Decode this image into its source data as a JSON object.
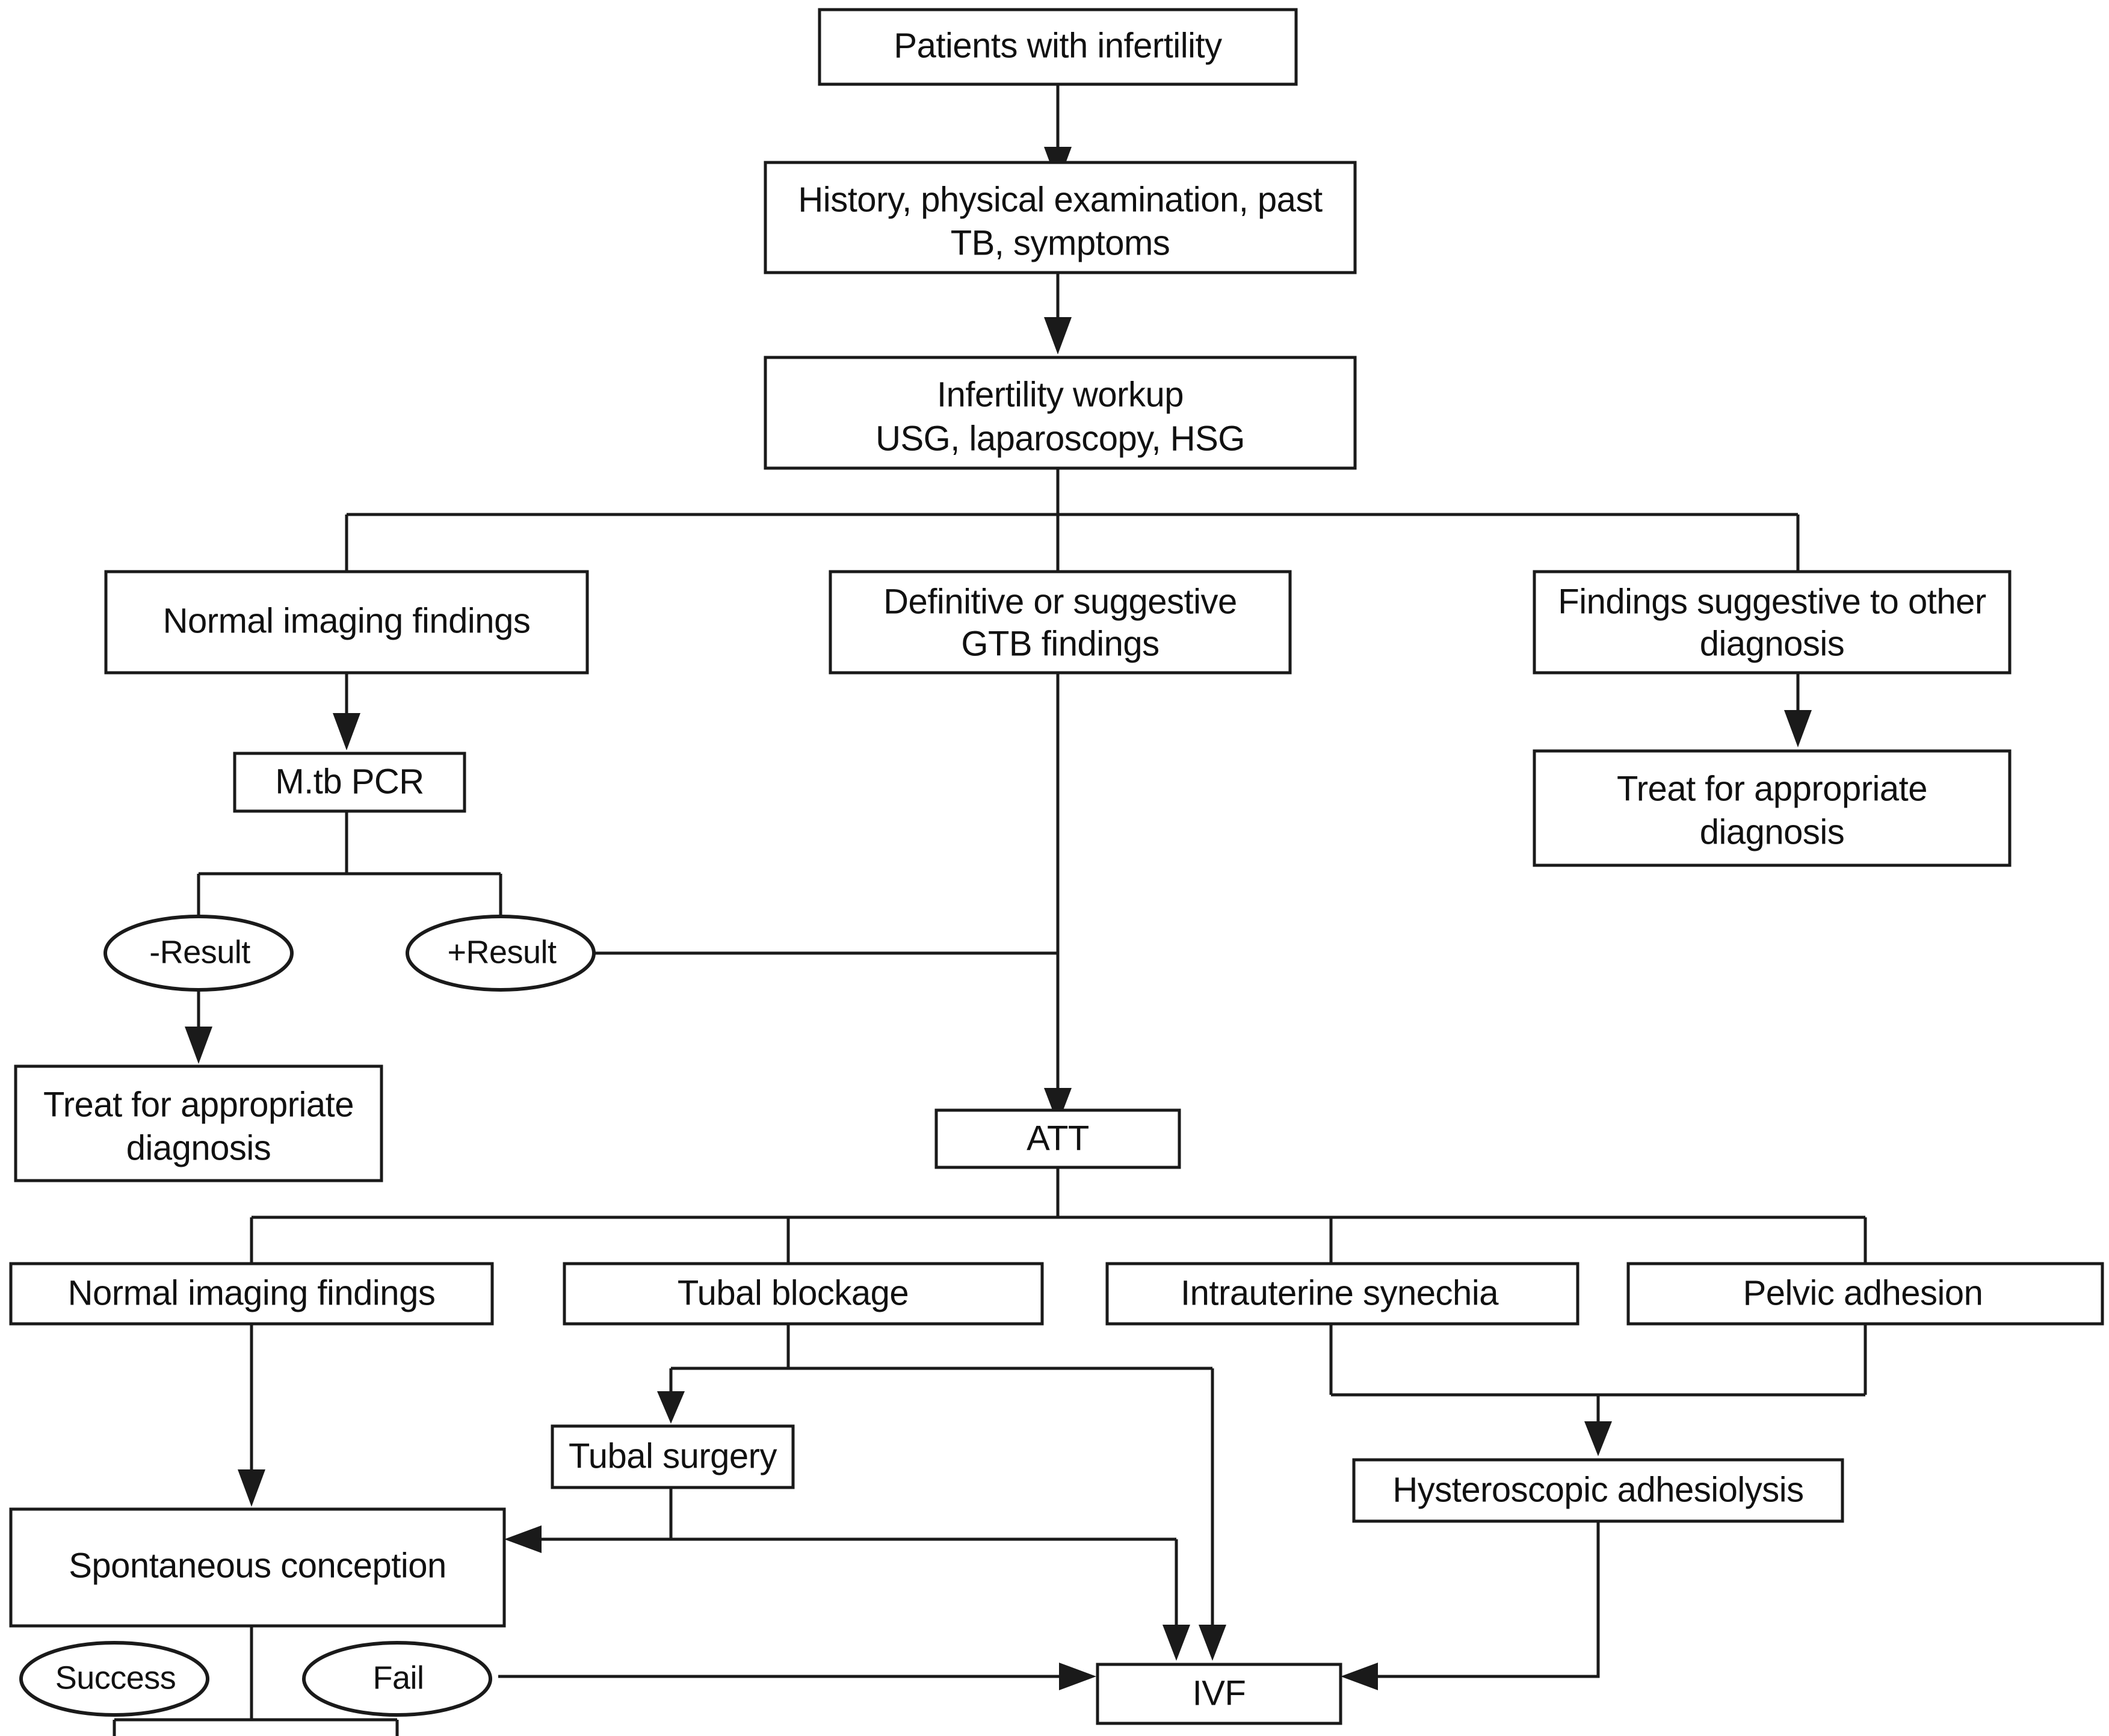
{
  "diagram": {
    "title": "Management algorithm for genital tuberculosis in infertility",
    "type": "flowchart",
    "colors": {
      "stroke": "#1a1a1a",
      "fill": "#ffffff",
      "text": "#111111"
    },
    "nodes": {
      "patients_with_infertility": {
        "label": "Patients with infertility",
        "shape": "rectangle"
      },
      "history_line1": {
        "label": "History, physical examination, past",
        "shape": "rectangle"
      },
      "history_line2": {
        "label": "TB, symptoms",
        "shape": "rectangle"
      },
      "workup_line1": {
        "label": "Infertility workup",
        "shape": "rectangle"
      },
      "workup_line2": {
        "label": "USG, laparoscopy, HSG",
        "shape": "rectangle"
      },
      "normal_imaging_findings_top": {
        "label": "Normal imaging findings",
        "shape": "rectangle"
      },
      "gtb_line1": {
        "label": "Definitive or suggestive",
        "shape": "rectangle"
      },
      "gtb_line2": {
        "label": "GTB findings",
        "shape": "rectangle"
      },
      "other_dx_line1": {
        "label": "Findings suggestive to other",
        "shape": "rectangle"
      },
      "other_dx_line2": {
        "label": "diagnosis",
        "shape": "rectangle"
      },
      "treat_right_line1": {
        "label": "Treat for appropriate",
        "shape": "rectangle"
      },
      "treat_right_line2": {
        "label": "diagnosis",
        "shape": "rectangle"
      },
      "mtb_pcr": {
        "label": "M.tb PCR",
        "shape": "rectangle"
      },
      "negative_result": {
        "label": "-Result",
        "shape": "ellipse"
      },
      "positive_result": {
        "label": "+Result",
        "shape": "ellipse"
      },
      "treat_left_line1": {
        "label": "Treat for appropriate",
        "shape": "rectangle"
      },
      "treat_left_line2": {
        "label": "diagnosis",
        "shape": "rectangle"
      },
      "att": {
        "label": "ATT",
        "shape": "rectangle"
      },
      "normal_imaging_findings_bottom": {
        "label": "Normal imaging findings",
        "shape": "rectangle"
      },
      "tubal_blockage": {
        "label": "Tubal blockage",
        "shape": "rectangle"
      },
      "intrauterine_synechia": {
        "label": "Intrauterine synechia",
        "shape": "rectangle"
      },
      "pelvic_adhesion": {
        "label": "Pelvic adhesion",
        "shape": "rectangle"
      },
      "tubal_surgery": {
        "label": "Tubal surgery",
        "shape": "rectangle"
      },
      "hysteroscopic_adhesiolysis": {
        "label": "Hysteroscopic adhesiolysis",
        "shape": "rectangle"
      },
      "spontaneous_conception": {
        "label": "Spontaneous conception",
        "shape": "rectangle"
      },
      "success": {
        "label": "Success",
        "shape": "ellipse"
      },
      "fail": {
        "label": "Fail",
        "shape": "ellipse"
      },
      "ivf": {
        "label": "IVF",
        "shape": "rectangle"
      }
    },
    "edges": [
      {
        "from": "patients_with_infertility",
        "to": "history",
        "arrow": true
      },
      {
        "from": "history",
        "to": "workup",
        "arrow": true
      },
      {
        "from": "workup",
        "to": "normal_imaging_findings_top",
        "arrow": false
      },
      {
        "from": "workup",
        "to": "gtb",
        "arrow": false
      },
      {
        "from": "workup",
        "to": "other_dx",
        "arrow": false
      },
      {
        "from": "normal_imaging_findings_top",
        "to": "mtb_pcr",
        "arrow": true
      },
      {
        "from": "other_dx",
        "to": "treat_right",
        "arrow": true
      },
      {
        "from": "mtb_pcr",
        "to": "negative_result",
        "arrow": false
      },
      {
        "from": "mtb_pcr",
        "to": "positive_result",
        "arrow": false
      },
      {
        "from": "negative_result",
        "to": "treat_left",
        "arrow": true
      },
      {
        "from": "positive_result",
        "to": "att",
        "arrow": true
      },
      {
        "from": "gtb",
        "to": "att",
        "arrow": true
      },
      {
        "from": "att",
        "to": "normal_imaging_findings_bottom",
        "arrow": false
      },
      {
        "from": "att",
        "to": "tubal_blockage",
        "arrow": false
      },
      {
        "from": "att",
        "to": "intrauterine_synechia",
        "arrow": false
      },
      {
        "from": "att",
        "to": "pelvic_adhesion",
        "arrow": false
      },
      {
        "from": "normal_imaging_findings_bottom",
        "to": "spontaneous_conception",
        "arrow": true
      },
      {
        "from": "tubal_blockage",
        "to": "tubal_surgery",
        "arrow": true
      },
      {
        "from": "tubal_blockage",
        "to": "ivf",
        "arrow": true
      },
      {
        "from": "tubal_surgery",
        "to": "spontaneous_conception",
        "arrow": true
      },
      {
        "from": "tubal_surgery",
        "to": "ivf",
        "arrow": true
      },
      {
        "from": "intrauterine_synechia",
        "to": "hysteroscopic_adhesiolysis",
        "arrow": true
      },
      {
        "from": "pelvic_adhesion",
        "to": "hysteroscopic_adhesiolysis",
        "arrow": true
      },
      {
        "from": "hysteroscopic_adhesiolysis",
        "to": "ivf",
        "arrow": true
      },
      {
        "from": "spontaneous_conception",
        "to": "success",
        "arrow": false
      },
      {
        "from": "spontaneous_conception",
        "to": "fail",
        "arrow": false
      },
      {
        "from": "fail",
        "to": "ivf",
        "arrow": true
      }
    ]
  }
}
